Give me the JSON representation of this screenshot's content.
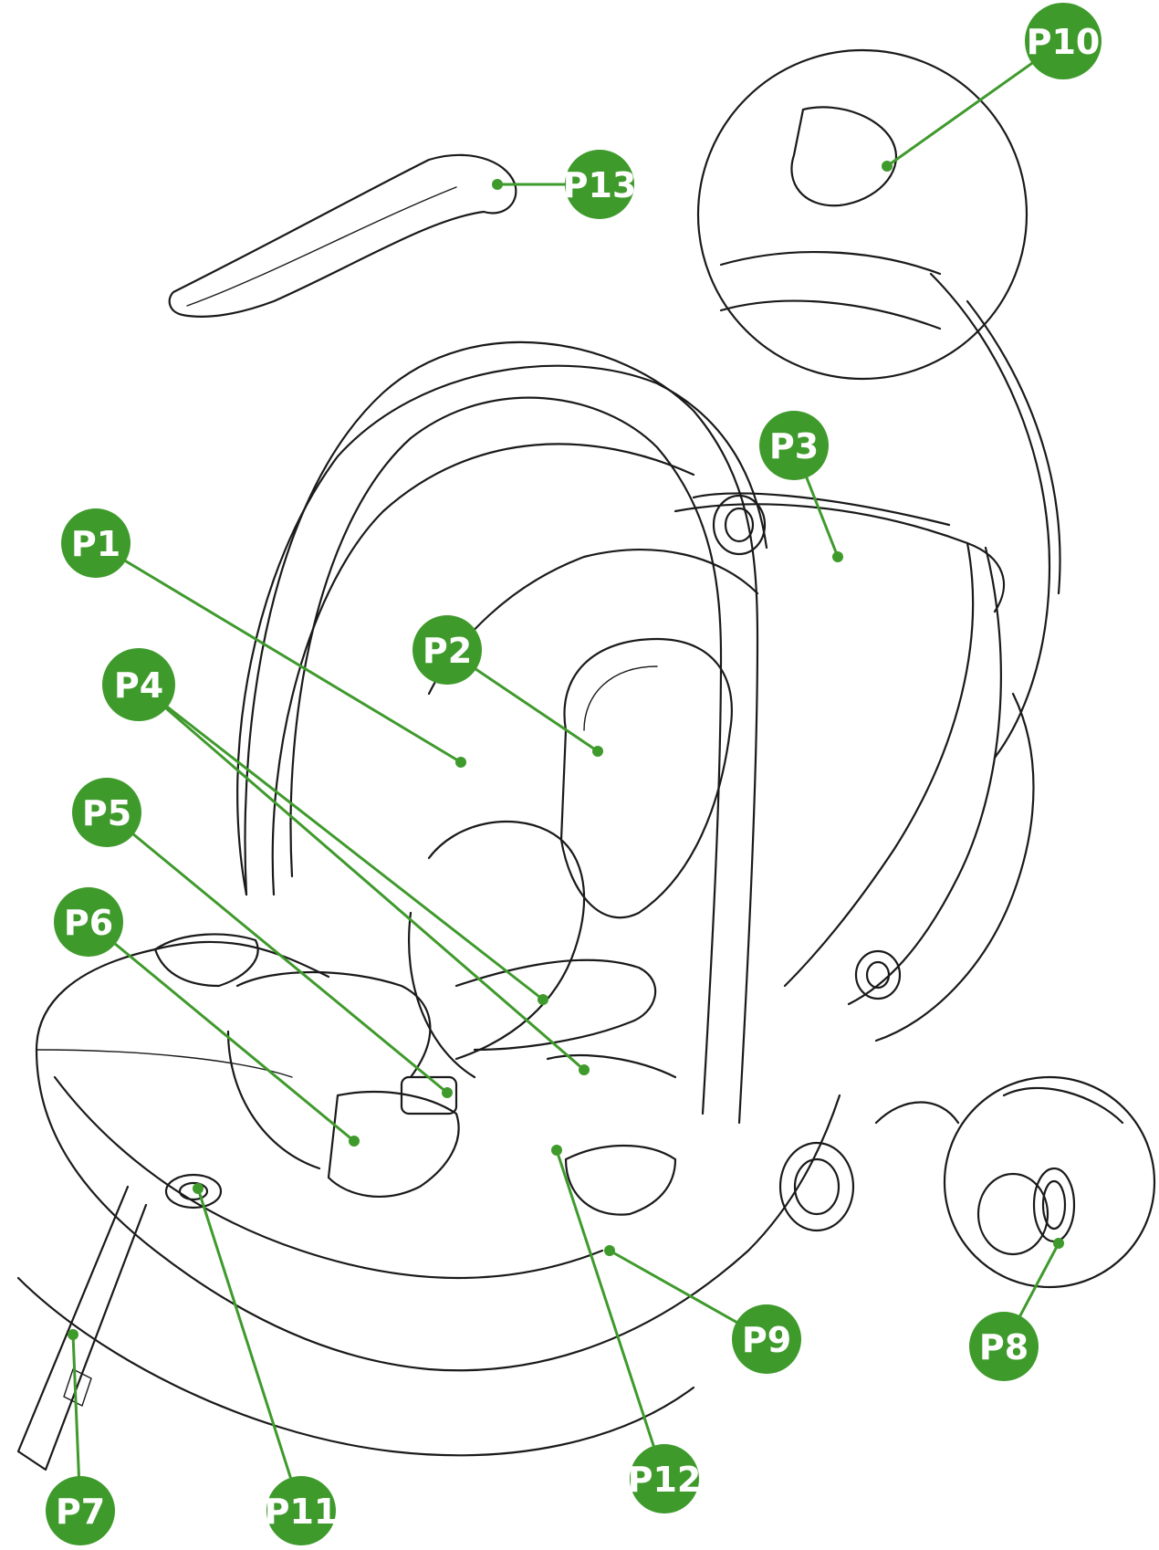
{
  "colors": {
    "accent": "#3f9a2c",
    "line_art": "#1a1a1a",
    "label_text": "#ffffff",
    "background": "#ffffff"
  },
  "labels": [
    {
      "id": "P1",
      "text": "P1"
    },
    {
      "id": "P2",
      "text": "P2"
    },
    {
      "id": "P3",
      "text": "P3"
    },
    {
      "id": "P4",
      "text": "P4"
    },
    {
      "id": "P5",
      "text": "P5"
    },
    {
      "id": "P6",
      "text": "P6"
    },
    {
      "id": "P7",
      "text": "P7"
    },
    {
      "id": "P8",
      "text": "P8"
    },
    {
      "id": "P9",
      "text": "P9"
    },
    {
      "id": "P10",
      "text": "P10"
    },
    {
      "id": "P11",
      "text": "P11"
    },
    {
      "id": "P12",
      "text": "P12"
    },
    {
      "id": "P13",
      "text": "P13"
    }
  ]
}
